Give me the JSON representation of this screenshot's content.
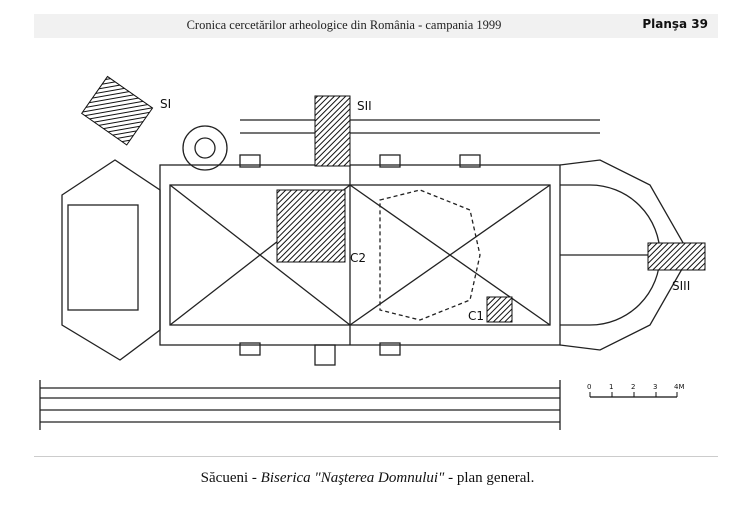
{
  "header": {
    "title": "Cronica cercetărilor arheologice din România - campania 1999",
    "plate": "Planşa 39"
  },
  "plan": {
    "labels": {
      "s1": "SI",
      "s2": "SII",
      "s3": "SIII",
      "c1": "C1",
      "c2": "C2"
    },
    "scale": {
      "ticks": [
        "0",
        "1",
        "2",
        "3",
        "4M"
      ]
    }
  },
  "caption": {
    "place": "Săcueni",
    "sep1": " - ",
    "title": "Biserica \"Naşterea Domnului\"",
    "sep2": " - ",
    "suffix": "plan general."
  }
}
